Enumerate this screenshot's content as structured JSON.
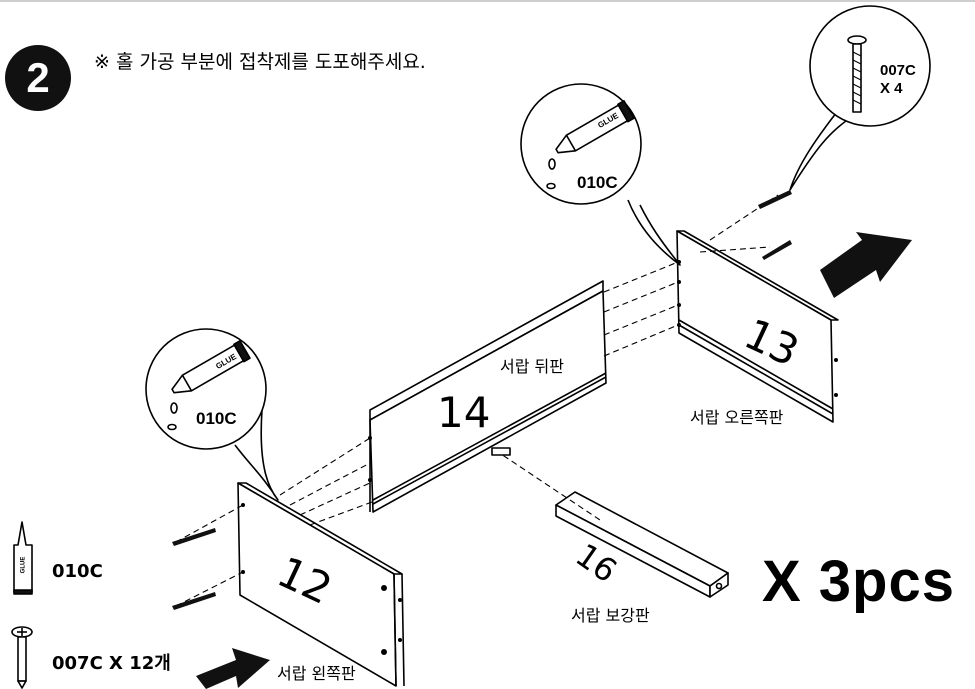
{
  "step": {
    "number": "2",
    "instruction": "※ 홀 가공 부분에 접착제를 도포해주세요."
  },
  "parts": {
    "p12": {
      "number": "12",
      "name": "서랍 왼쪽판"
    },
    "p13": {
      "number": "13",
      "name": "서랍 오른쪽판"
    },
    "p14": {
      "number": "14",
      "name": "서랍 뒤판"
    },
    "p16": {
      "number": "16",
      "name": "서랍 보강판"
    }
  },
  "callouts": {
    "glue_left": {
      "code": "010C",
      "tube_text": "GLUE"
    },
    "glue_right": {
      "code": "010C",
      "tube_text": "GLUE"
    },
    "screw": {
      "code": "007C",
      "count": "X 4"
    }
  },
  "legend": {
    "glue": {
      "code": "010C",
      "tube_text": "GLUE",
      "icon": "glue-tube-icon"
    },
    "screw": {
      "text": "007C X 12개",
      "icon": "screw-icon"
    }
  },
  "quantity": "X 3pcs"
}
